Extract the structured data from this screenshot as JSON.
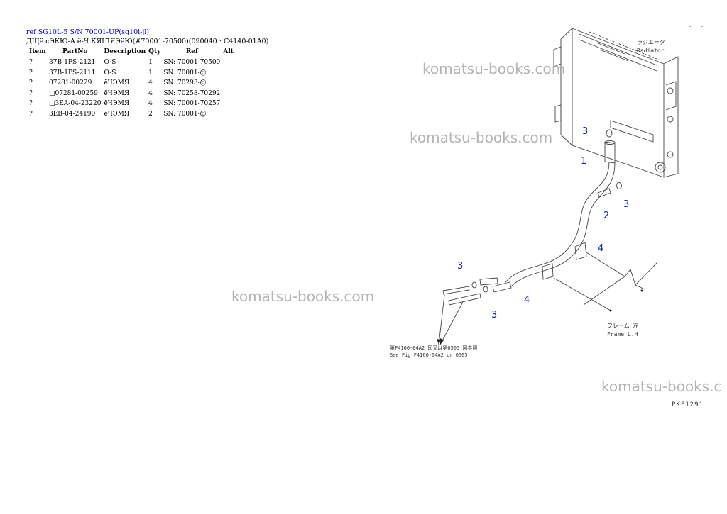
{
  "header": {
    "ref_link": "ref",
    "model_link": "SG10L-5 S/N 70001-UP(sg10l-jl)",
    "subtitle": "ДЩё сЭКЮ-А ё-Ч КЯIЛЯЭёЮ(#70001-70500)(090040 : C4140-01A0)"
  },
  "table": {
    "columns": [
      "Item",
      "PartNo",
      "Description",
      "Qty",
      "Ref",
      "Alt"
    ],
    "rows": [
      {
        "item": "?",
        "part": "37B-1PS-2121",
        "desc": "O-S",
        "qty": "1",
        "ref": "SN: 70001-70500",
        "alt": ""
      },
      {
        "item": "?",
        "part": "37B-1PS-2111",
        "desc": "O-S",
        "qty": "1",
        "ref": "SN: 70001-@",
        "alt": ""
      },
      {
        "item": "?",
        "part": "07281-00229",
        "desc": "ёЧЭМЯ",
        "qty": "4",
        "ref": "SN: 70293-@",
        "alt": ""
      },
      {
        "item": "?",
        "part": "□07281-00259",
        "desc": "ёЧЭМЯ",
        "qty": "4",
        "ref": "SN: 70258-70292",
        "alt": ""
      },
      {
        "item": "?",
        "part": "□3EA-04-23220",
        "desc": "ёЧЭМЯ",
        "qty": "4",
        "ref": "SN: 70001-70257",
        "alt": ""
      },
      {
        "item": "?",
        "part": "3EB-04-24190",
        "desc": "ёЧЭМЯ",
        "qty": "2",
        "ref": "SN: 70001-@",
        "alt": ""
      }
    ]
  },
  "watermarks": [
    "komatsu-books.com",
    "komatsu-books.com",
    "komatsu-books.com",
    "komatsu-books.c"
  ],
  "diagram": {
    "radiator_label_jp": "ラジエータ",
    "radiator_label_en": "Radiator",
    "frame_label_jp": "フレーム 左",
    "frame_label_en": "Frame L.H",
    "see_fig_jp": "第F4160-04A2 図又は第0505 図参照",
    "see_fig_en": "See Fig.F4160-04A2 or 0505",
    "corner_mark": "· · ·",
    "callouts": [
      "1",
      "2",
      "3",
      "3",
      "3",
      "3",
      "4",
      "4"
    ],
    "callout_color": "#1c2aa0"
  },
  "drawing_code": "PKF1291"
}
